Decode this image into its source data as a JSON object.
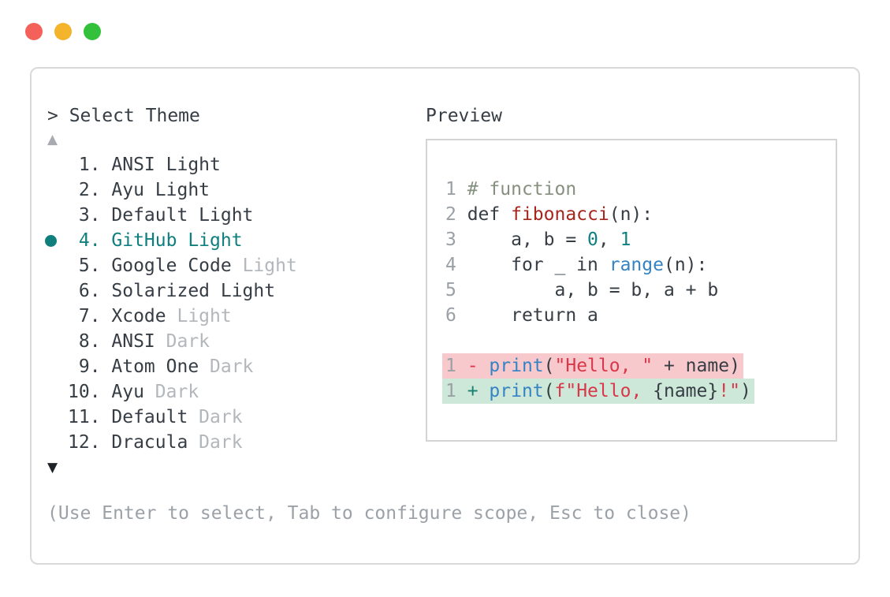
{
  "colors": {
    "accent_teal": "#0f7f7e",
    "traffic_red": "#f4615a",
    "traffic_yellow": "#f3b32b",
    "traffic_green": "#33c13c",
    "text_primary": "#363d44",
    "text_muted": "#b3b7bb",
    "text_hint": "#9ba1a7",
    "line_number": "#9aa0a5",
    "syntax_comment": "#86907e",
    "syntax_function": "#a6261d",
    "syntax_builtin": "#3583c2",
    "syntax_number": "#0f7f83",
    "syntax_string": "#d8384a",
    "diff_plus": "#17806f",
    "diff_minus": "#d8384a",
    "diff_removed_bg": "#f8c9cc",
    "diff_added_bg": "#cde8d8",
    "border": "#d9d9d9"
  },
  "prompt": {
    "text": "> Select Theme"
  },
  "theme_list": {
    "scroll_up_symbol": "▲",
    "scroll_down_symbol": "▼",
    "selected_number": 4,
    "items": [
      {
        "num": " 1. ",
        "name": "ANSI Light",
        "muted": "",
        "selected": false
      },
      {
        "num": " 2. ",
        "name": "Ayu Light",
        "muted": "",
        "selected": false
      },
      {
        "num": " 3. ",
        "name": "Default Light",
        "muted": "",
        "selected": false
      },
      {
        "num": " 4. ",
        "name": "GitHub Light",
        "muted": "",
        "selected": true
      },
      {
        "num": " 5. ",
        "name": "Google Code",
        "muted": " Light",
        "selected": false
      },
      {
        "num": " 6. ",
        "name": "Solarized Light",
        "muted": "",
        "selected": false
      },
      {
        "num": " 7. ",
        "name": "Xcode",
        "muted": " Light",
        "selected": false
      },
      {
        "num": " 8. ",
        "name": "ANSI",
        "muted": " Dark",
        "selected": false
      },
      {
        "num": " 9. ",
        "name": "Atom One",
        "muted": " Dark",
        "selected": false
      },
      {
        "num": "10. ",
        "name": "Ayu",
        "muted": " Dark",
        "selected": false
      },
      {
        "num": "11. ",
        "name": "Default",
        "muted": " Dark",
        "selected": false
      },
      {
        "num": "12. ",
        "name": "Dracula",
        "muted": " Dark",
        "selected": false
      }
    ]
  },
  "preview": {
    "label": "Preview",
    "code_lines": [
      [
        {
          "t": "1 ",
          "c": "ln"
        },
        {
          "t": "# function",
          "c": "comment"
        }
      ],
      [
        {
          "t": "2 ",
          "c": "ln"
        },
        {
          "t": "def ",
          "c": "plain"
        },
        {
          "t": "fibonacci",
          "c": "func"
        },
        {
          "t": "(n):",
          "c": "plain"
        }
      ],
      [
        {
          "t": "3 ",
          "c": "ln"
        },
        {
          "t": "    a, b = ",
          "c": "plain"
        },
        {
          "t": "0",
          "c": "num"
        },
        {
          "t": ", ",
          "c": "plain"
        },
        {
          "t": "1",
          "c": "num"
        }
      ],
      [
        {
          "t": "4 ",
          "c": "ln"
        },
        {
          "t": "    for _ in ",
          "c": "plain"
        },
        {
          "t": "range",
          "c": "builtin"
        },
        {
          "t": "(n):",
          "c": "plain"
        }
      ],
      [
        {
          "t": "5 ",
          "c": "ln"
        },
        {
          "t": "        a, b = b, a + b",
          "c": "plain"
        }
      ],
      [
        {
          "t": "6 ",
          "c": "ln"
        },
        {
          "t": "    return a",
          "c": "plain"
        }
      ]
    ],
    "diff_lines": [
      {
        "type": "removed",
        "tokens": [
          {
            "t": "1 ",
            "c": "ln"
          },
          {
            "t": "- ",
            "c": "minus"
          },
          {
            "t": "print",
            "c": "builtin"
          },
          {
            "t": "(",
            "c": "plain"
          },
          {
            "t": "\"Hello, \"",
            "c": "str"
          },
          {
            "t": " + name)",
            "c": "plain"
          }
        ]
      },
      {
        "type": "added",
        "tokens": [
          {
            "t": "1 ",
            "c": "ln"
          },
          {
            "t": "+ ",
            "c": "plus"
          },
          {
            "t": "print",
            "c": "builtin"
          },
          {
            "t": "(",
            "c": "plain"
          },
          {
            "t": "f\"Hello, ",
            "c": "str"
          },
          {
            "t": "{name}",
            "c": "plain"
          },
          {
            "t": "!\"",
            "c": "str"
          },
          {
            "t": ")",
            "c": "plain"
          }
        ]
      }
    ]
  },
  "footer": {
    "hint": "(Use Enter to select, Tab to configure scope, Esc to close)"
  }
}
